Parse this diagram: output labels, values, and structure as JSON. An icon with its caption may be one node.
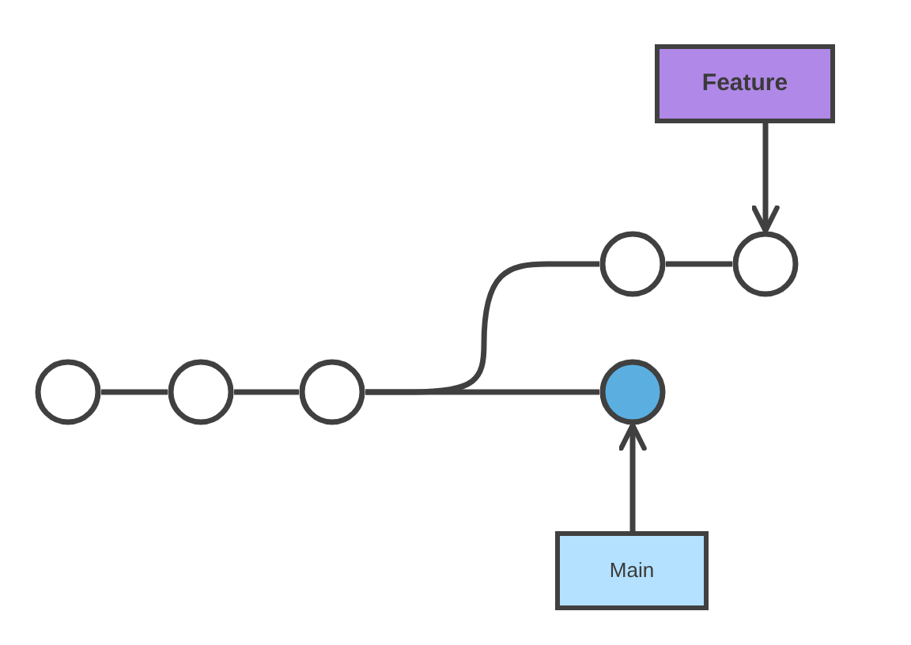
{
  "diagram": {
    "nodes": [
      {
        "text": [],
        "shape": "circle"
      },
      {
        "text": [],
        "shape": "circle"
      },
      {
        "text": [],
        "shape": "circle"
      },
      {
        "text": [],
        "shape": "circle"
      },
      {
        "text": [],
        "shape": "circle"
      },
      {
        "text": [],
        "shape": "circle"
      },
      {
        "text": [
          "Feature"
        ]
      },
      {
        "text": [
          "Main"
        ]
      }
    ],
    "edges": [
      {
        "from": 0,
        "to": 1,
        "arrow": "none"
      },
      {
        "from": 1,
        "to": 2,
        "arrow": "none"
      },
      {
        "from": 2,
        "to": 5,
        "arrow": "none"
      },
      {
        "from": 2,
        "to": 3,
        "arrow": "none"
      },
      {
        "from": 3,
        "to": 4,
        "arrow": "none"
      },
      {
        "from": 6,
        "to": 4,
        "arrow": "to"
      },
      {
        "from": 7,
        "to": 5,
        "arrow": "to"
      }
    ]
  }
}
